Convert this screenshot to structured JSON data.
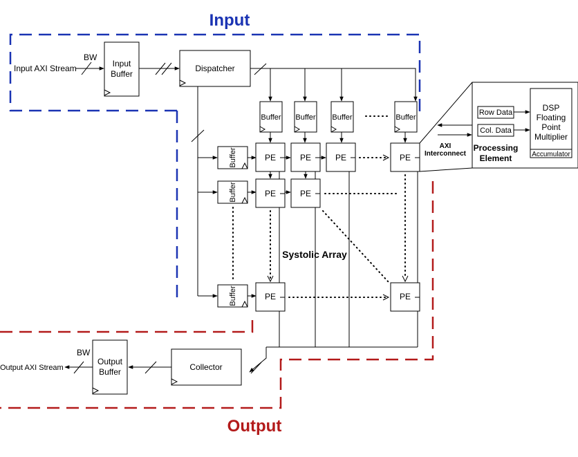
{
  "titles": {
    "input": "Input",
    "output": "Output"
  },
  "colors": {
    "input_region": "#1a33b3",
    "output_region": "#b31a1a"
  },
  "labels": {
    "input_stream": "Input AXI Stream",
    "output_stream": "Output AXI Stream",
    "bw_in": "BW",
    "bw_out": "BW",
    "input_buffer": [
      "Input",
      "Buffer"
    ],
    "output_buffer": [
      "Output",
      "Buffer"
    ],
    "dispatcher": "Dispatcher",
    "collector": "Collector",
    "buffer": "Buffer",
    "pe": "PE",
    "systolic_array": "Systolic Array",
    "axi_interconnect": [
      "AXI",
      "Interconnect"
    ],
    "processing_element": [
      "Processing",
      "Element"
    ],
    "row_data": "Row Data",
    "col_data": "Col. Data",
    "dsp": [
      "DSP",
      "Floating",
      "Point",
      "Multiplier"
    ],
    "accumulator": "Accumulator"
  }
}
